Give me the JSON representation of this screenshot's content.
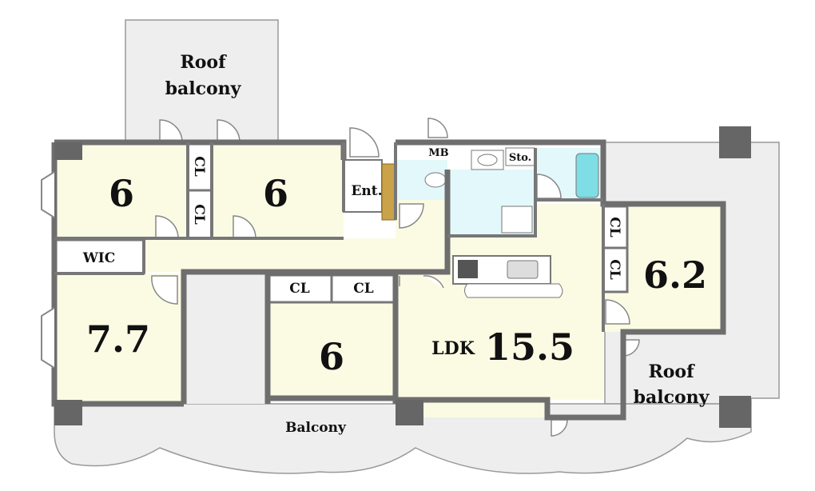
{
  "plan": {
    "roof_balcony_top": [
      "Roof",
      "balcony"
    ],
    "roof_balcony_right": [
      "Roof",
      "balcony"
    ],
    "balcony": "Balcony",
    "rooms": {
      "bedroom_top_left": "6",
      "bedroom_top_middle": "6",
      "bedroom_left": "7.7",
      "bedroom_bottom_middle": "6",
      "bedroom_right": "6.2",
      "ldk_label": "LDK",
      "ldk_size": "15.5"
    },
    "storage": {
      "wic": "WIC",
      "cl": "CL",
      "mb": "MB",
      "sto": "Sto.",
      "entrance": "Ent."
    },
    "colors": {
      "room": "#fbfbe4",
      "wet_area": "#e3f8fb",
      "wall": "#6e6e6e",
      "balcony": "#eeeeee",
      "bathtub": "#7fdde6",
      "entrance_step": "#c9a24a"
    }
  }
}
